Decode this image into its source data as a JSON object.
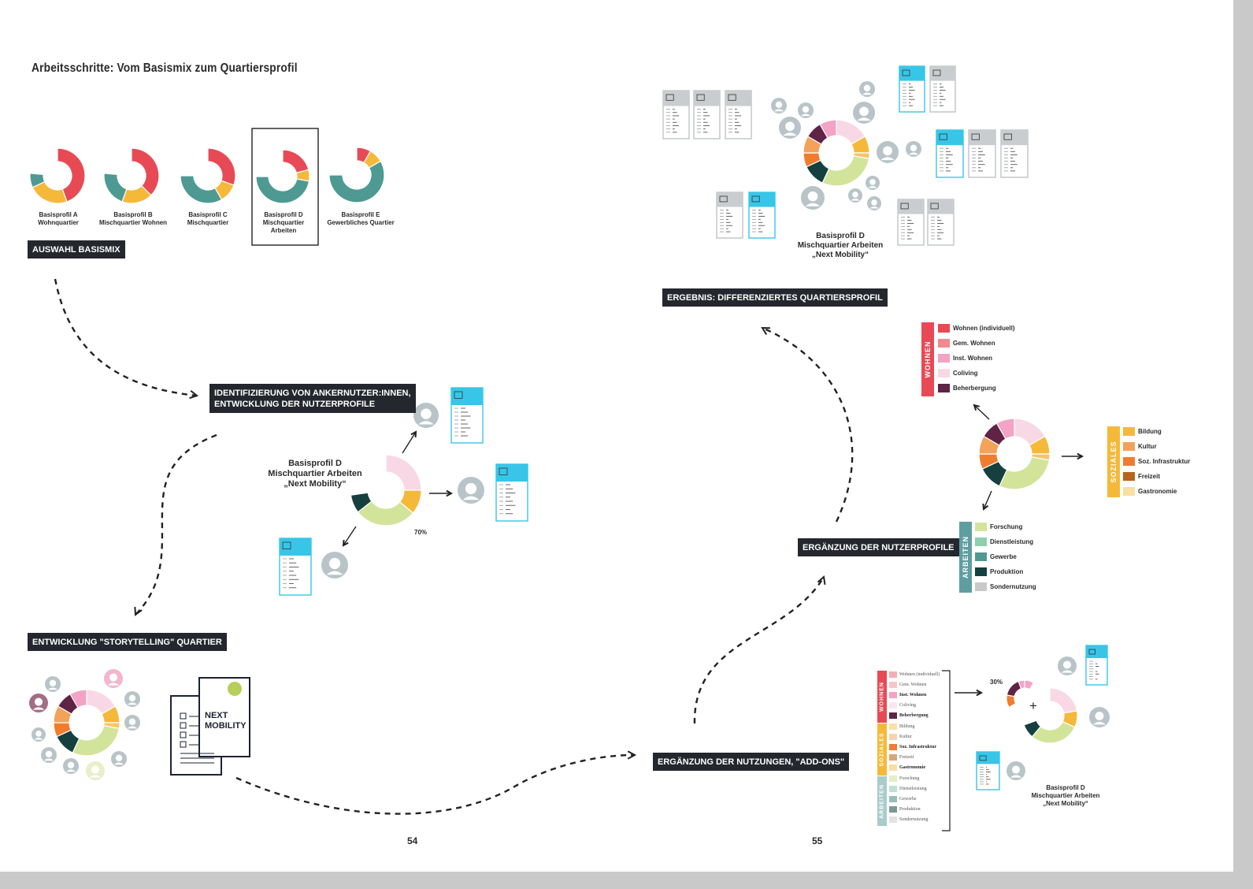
{
  "title": "Arbeitsschritte: Vom Basismix zum Quartiersprofil",
  "colors": {
    "wohnen_individuell": "#e84a55",
    "gem_wohnen": "#f08a8c",
    "inst_wohnen": "#f2a3c6",
    "coliving": "#f9d8e6",
    "beherbergung": "#5f2345",
    "bildung": "#f5b93a",
    "kultur": "#f4a259",
    "soz_infrastruktur": "#f07d2e",
    "freizeit": "#b5651d",
    "gastronomie": "#f9dfa0",
    "forschung": "#d2e49a",
    "dienstleistung": "#8fcfae",
    "gewerbe": "#4e9a93",
    "produktion": "#15403f",
    "sondernutzung": "#c9c9c9",
    "arbeiten_bar": "#5f9ea0",
    "wohnen_bar": "#e84a55",
    "soziales_bar": "#f5b93a",
    "pill_bg": "#24272d",
    "card_accent": "#38c6e8",
    "avatar": "#b8c4c8"
  },
  "steps": {
    "auswahl": "AUSWAHL BASISMIX",
    "identifizierung_line1": "IDENTIFIZIERUNG VON ANKERNUTZER:INNEN,",
    "identifizierung_line2": "ENTWICKLUNG DER NUTZERPROFILE",
    "storytelling": "ENTWICKLUNG \"STORYTELLING\" QUARTIER",
    "add_ons": "ERGÄNZUNG DER NUTZUNGEN, \"ADD-ONS\"",
    "ergaenzung_profile": "ERGÄNZUNG DER NUTZERPROFILE",
    "ergebnis": "ERGEBNIS: DIFFERENZIERTES QUARTIERSPROFIL"
  },
  "basisprofile": [
    {
      "line1": "Basisprofil A",
      "line2": "Wohnquartier",
      "line3": "",
      "selected": false
    },
    {
      "line1": "Basisprofil B",
      "line2": "Mischquartier Wohnen",
      "line3": "",
      "selected": false
    },
    {
      "line1": "Basisprofil C",
      "line2": "Mischquartier",
      "line3": "",
      "selected": false
    },
    {
      "line1": "Basisprofil D",
      "line2": "Mischquartier",
      "line3": "Arbeiten",
      "selected": true
    },
    {
      "line1": "Basisprofil E",
      "line2": "Gewerbliches Quartier",
      "line3": "",
      "selected": false
    }
  ],
  "profile_d": {
    "line1": "Basisprofil D",
    "line2": "Mischquartier Arbeiten",
    "line3": "„Next Mobility“"
  },
  "percent_70": "70%",
  "percent_30": "30%",
  "plus_sign": "+",
  "storytelling_doc": {
    "line1": "NEXT",
    "line2": "MOBILITY"
  },
  "legend": {
    "wohnen": {
      "header": "WOHNEN",
      "items": [
        "Wohnen (individuell)",
        "Gem. Wohnen",
        "Inst. Wohnen",
        "Coliving",
        "Beherbergung"
      ]
    },
    "soziales": {
      "header": "SOZIALES",
      "items": [
        "Bildung",
        "Kultur",
        "Soz. Infrastruktur",
        "Freizeit",
        "Gastronomie"
      ]
    },
    "arbeiten": {
      "header": "ARBEITEN",
      "items": [
        "Forschung",
        "Dienstleistung",
        "Gewerbe",
        "Produktion",
        "Sondernutzung"
      ]
    }
  },
  "small_legend": {
    "wohnen": [
      "Wohnen (individuell)",
      "Gem. Wohnen",
      "Inst. Wohnen",
      "Coliving",
      "Beherbergung"
    ],
    "soziales": [
      "Bildung",
      "Kultur",
      "Soz. Infrastruktur",
      "Freizeit",
      "Gastronomie"
    ],
    "arbeiten": [
      "Forschung",
      "Dienstleistung",
      "Gewerbe",
      "Produktion",
      "Sondernutzung"
    ]
  },
  "page_numbers": {
    "left": "54",
    "right": "55"
  }
}
